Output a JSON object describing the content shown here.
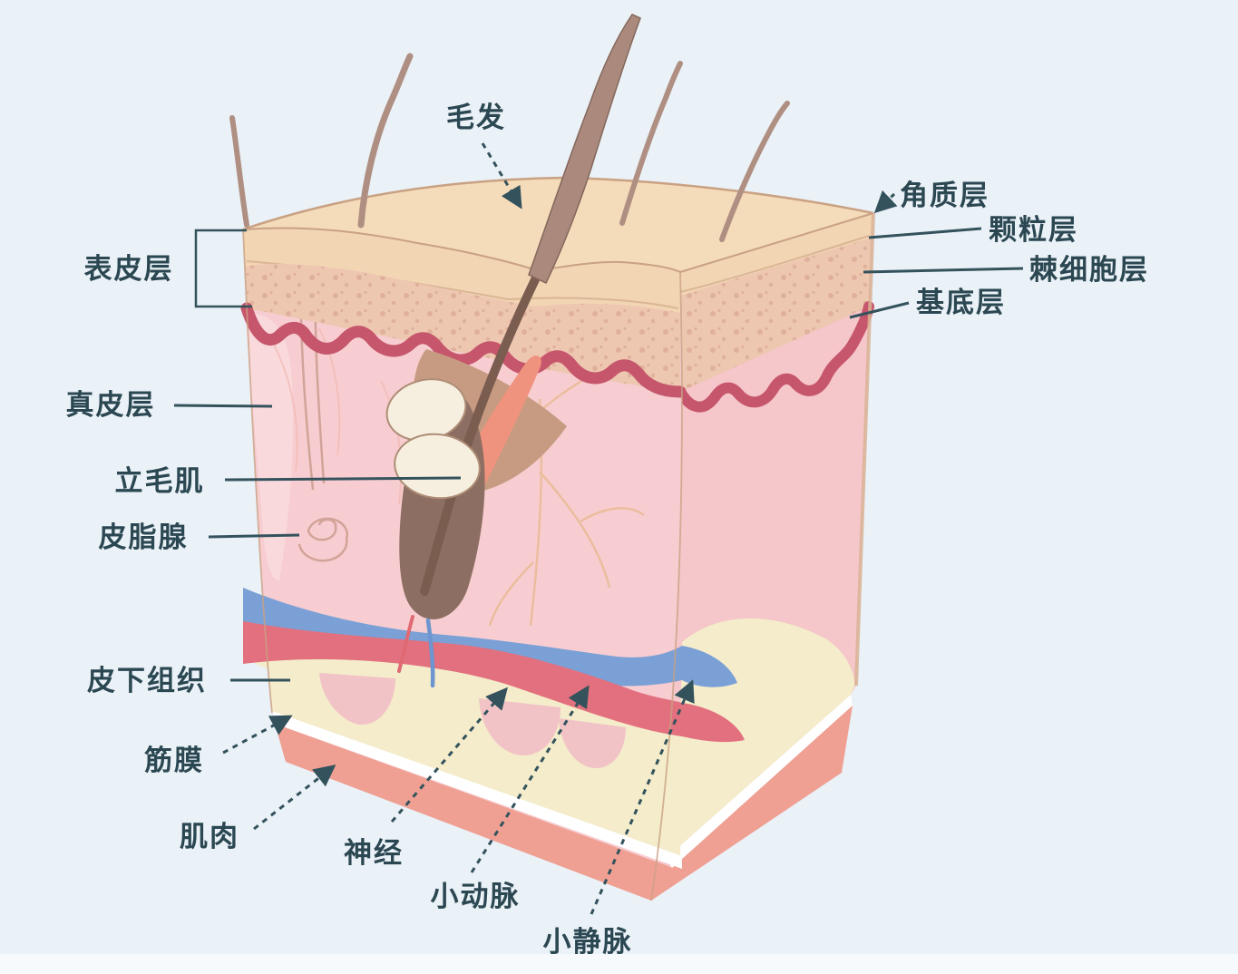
{
  "figure": {
    "type": "anatomical-diagram",
    "subject": "skin cross-section block diagram"
  },
  "labels": {
    "hair": "毛发",
    "stratum_corneum": "角质层",
    "granular_layer": "颗粒层",
    "spinous_layer": "棘细胞层",
    "basal_layer": "基底层",
    "epidermis": "表皮层",
    "dermis": "真皮层",
    "arrector_pili": "立毛肌",
    "sebaceous_gland": "皮脂腺",
    "subcutaneous_tissue": "皮下组织",
    "fascia": "筋膜",
    "muscle": "肌肉",
    "nerve": "神经",
    "arteriole": "小动脉",
    "venule": "小静脉"
  },
  "colors": {
    "background": "#eaf1f7",
    "background_bottom": "#f6fafc",
    "label_text": "#2b4752",
    "leader_line": "#33525c",
    "top_face": "#f4dcba",
    "corneum": "#f2d5b2",
    "granular": "#eec7b1",
    "speckle": "#d09a87",
    "basal_wave": "#c6566c",
    "dermis_front": "#f7cdd1",
    "dermis_side": "#f5c6ca",
    "dermis_light": "#fadfe2",
    "vein": "#7ba0d6",
    "artery": "#e2707e",
    "subcutaneous": "#f4ecca",
    "fascia": "#ffffff",
    "muscle": "#efa093",
    "follicle": "#8d6e62",
    "hair_fill": "#ab8a7d",
    "hair_sheath": "#c79b81",
    "sebaceous": "#f6efdf",
    "arrector": "#f0937e",
    "edge_line": "#c9a183"
  }
}
